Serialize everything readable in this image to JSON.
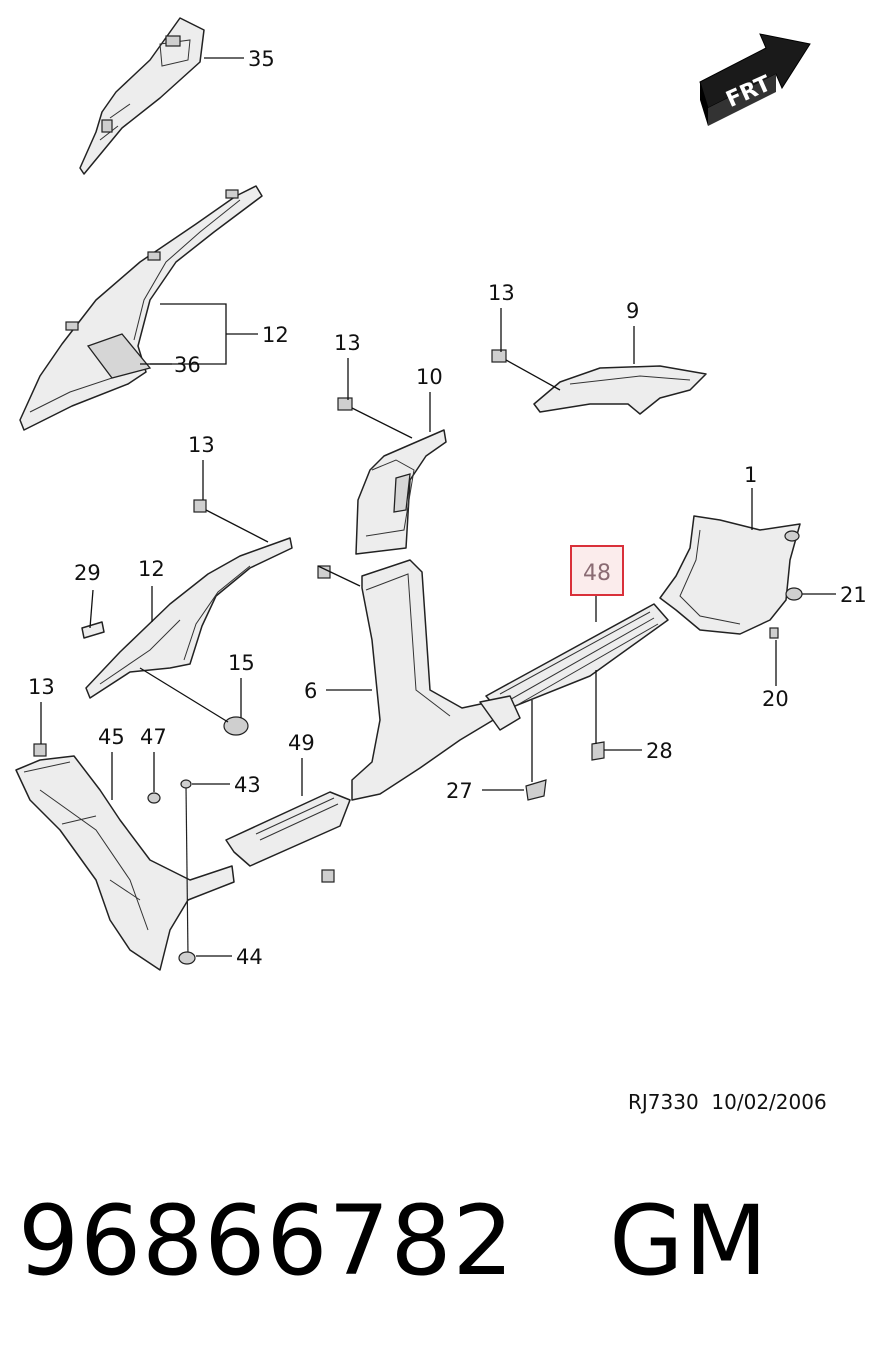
{
  "front_indicator": "FRT",
  "callouts": {
    "c35": "35",
    "c12_upper": "12",
    "c36": "36",
    "c13_a": "13",
    "c9": "9",
    "c13_b": "13",
    "c10": "10",
    "c13_c": "13",
    "c1": "1",
    "c48": "48",
    "c21": "21",
    "c29": "29",
    "c12_lower": "12",
    "c15": "15",
    "c6": "6",
    "c20": "20",
    "c13_d": "13",
    "c45": "45",
    "c47": "47",
    "c49": "49",
    "c28": "28",
    "c43": "43",
    "c27": "27",
    "c44": "44"
  },
  "reference": "RJ7330  10/02/2006",
  "part_number": "96866782",
  "brand": "GM",
  "highlight_color": "#d9303a"
}
